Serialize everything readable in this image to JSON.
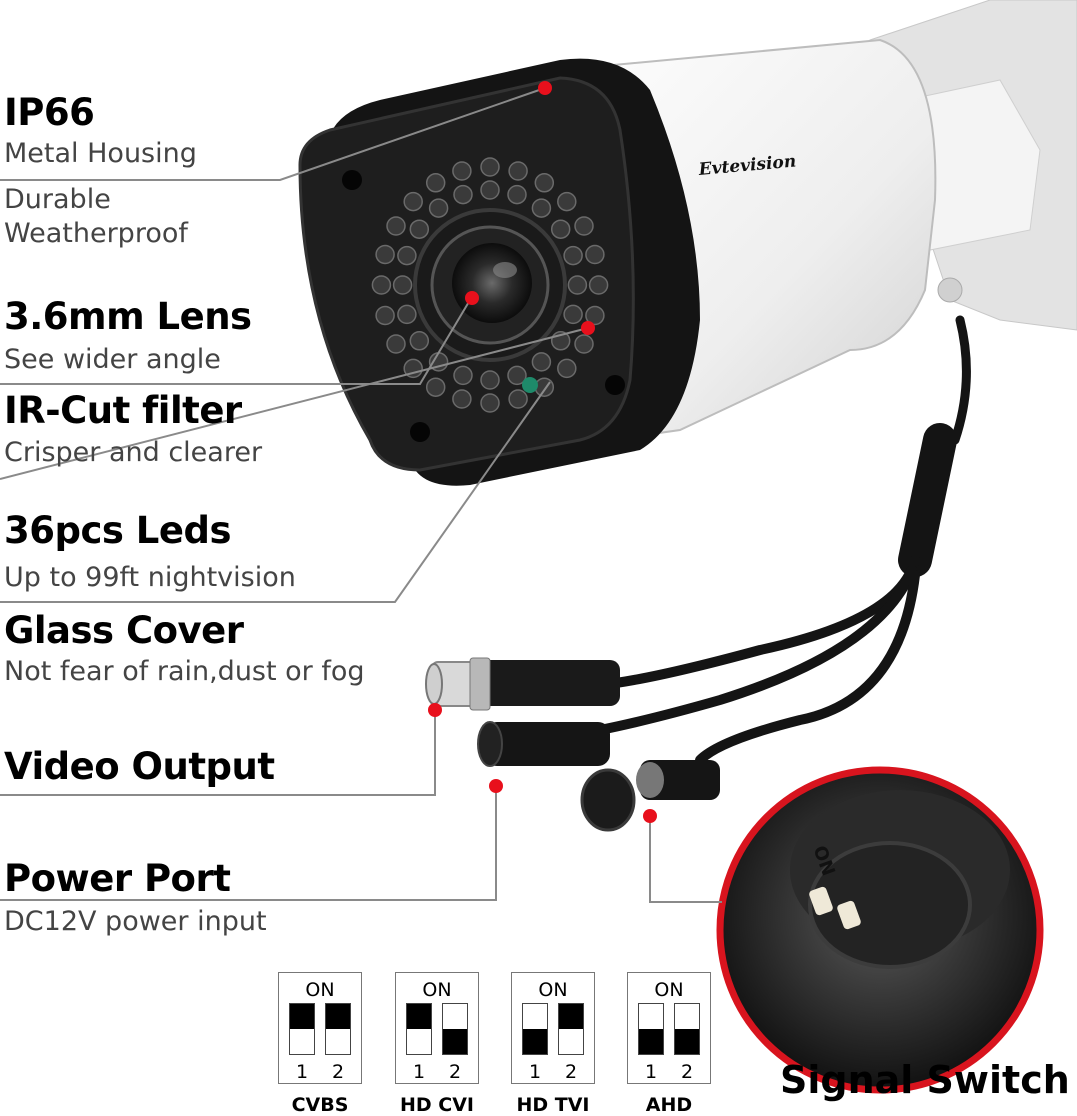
{
  "brand": "Evtevision",
  "features": [
    {
      "title": "IP66",
      "lines": [
        "Metal Housing",
        "Durable",
        "Weatherproof"
      ]
    },
    {
      "title": "3.6mm Lens",
      "lines": [
        "See wider angle"
      ]
    },
    {
      "title": "IR-Cut filter",
      "lines": [
        "Crisper and clearer"
      ]
    },
    {
      "title": "36pcs Leds",
      "lines": [
        "Up to 99ft nightvision"
      ]
    },
    {
      "title": "Glass Cover",
      "lines": [
        "Not fear of rain,dust or fog"
      ]
    },
    {
      "title": "Video Output",
      "lines": []
    },
    {
      "title": "Power Port",
      "lines": [
        "DC12V power input"
      ]
    }
  ],
  "signal_switch": {
    "title": "Signal Switch",
    "on_label": "ON",
    "pin_labels": [
      "1",
      "2"
    ],
    "zoom_on_label": "ON",
    "modes": [
      {
        "name": "CVBS",
        "positions": [
          "up",
          "up"
        ]
      },
      {
        "name": "HD CVI",
        "positions": [
          "up",
          "down"
        ]
      },
      {
        "name": "HD TVI",
        "positions": [
          "down",
          "up"
        ]
      },
      {
        "name": "AHD",
        "positions": [
          "down",
          "down"
        ]
      }
    ]
  },
  "colors": {
    "pointer_dot": "#e8101c",
    "leader_line": "#8a8a8a",
    "housing": "#ececec",
    "bezel": "#141414",
    "zoom_ring": "#d8141e"
  }
}
